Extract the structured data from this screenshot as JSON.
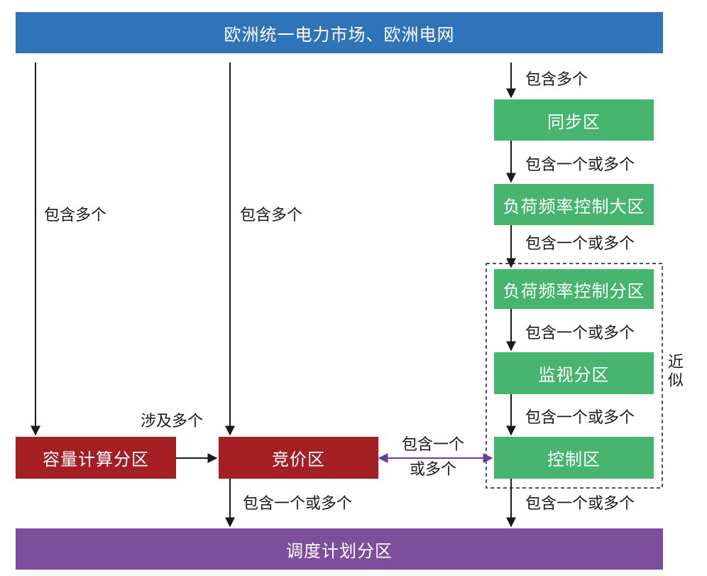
{
  "nodes": {
    "top": "欧洲统一电力市场、欧洲电网",
    "sync_area": "同步区",
    "lfc_block": "负荷频率控制大区",
    "lfc_area": "负荷频率控制分区",
    "monitor_area": "监视分区",
    "control_area": "控制区",
    "capacity_zone": "容量计算分区",
    "bidding_zone": "竞价区",
    "scheduling_area": "调度计划分区"
  },
  "edges": {
    "contains_many_right": "包含多个",
    "contains_many_left": "包含多个",
    "contains_many_mid": "包含多个",
    "contains_one_or_more_1": "包含一个或多个",
    "contains_one_or_more_2": "包含一个或多个",
    "contains_one_or_more_3": "包含一个或多个",
    "contains_one_or_more_4": "包含一个或多个",
    "contains_one_or_more_5": "包含一个或多个",
    "contains_one_or_more_6": "包含一个或多个",
    "involves_many": "涉及多个",
    "bidirectional_line1": "包含一个",
    "bidirectional_line2": "或多个"
  },
  "group_label": "近似",
  "colors": {
    "blue": "#2f74b9",
    "green": "#47b46f",
    "red": "#a31f23",
    "purple": "#7d4e9c",
    "arrow": "#1a1a1a",
    "bidirectional": "#6a3d9a"
  }
}
